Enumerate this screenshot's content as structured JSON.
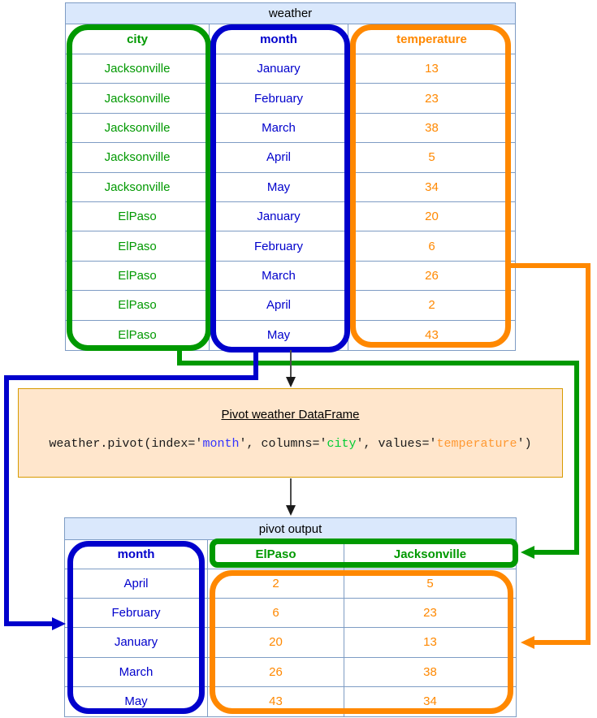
{
  "colors": {
    "green": "#009900",
    "blue": "#0000cc",
    "orange": "#ff8800",
    "table_border": "#7e9cc4",
    "header_fill": "#dae8fc",
    "code_fill": "#ffe6cc",
    "code_border": "#d79b00",
    "arrow_gray": "#4d4d4d",
    "code_blue": "#3333ff",
    "code_green": "#00cc33",
    "code_orange": "#ff9933"
  },
  "weather_table": {
    "title": "weather",
    "columns": [
      {
        "label": "city",
        "header_color": "green",
        "data_color": "green"
      },
      {
        "label": "month",
        "header_color": "blue",
        "data_color": "blue"
      },
      {
        "label": "temperature",
        "header_color": "orange",
        "data_color": "orange"
      }
    ],
    "rows": [
      [
        "Jacksonville",
        "January",
        13
      ],
      [
        "Jacksonville",
        "February",
        23
      ],
      [
        "Jacksonville",
        "March",
        38
      ],
      [
        "Jacksonville",
        "April",
        5
      ],
      [
        "Jacksonville",
        "May",
        34
      ],
      [
        "ElPaso",
        "January",
        20
      ],
      [
        "ElPaso",
        "February",
        6
      ],
      [
        "ElPaso",
        "March",
        26
      ],
      [
        "ElPaso",
        "April",
        2
      ],
      [
        "ElPaso",
        "May",
        43
      ]
    ]
  },
  "pivot_box": {
    "title": "Pivot weather DataFrame",
    "code_segments": [
      {
        "text": "weather.pivot(index='",
        "color": "default"
      },
      {
        "text": "month",
        "color": "blue"
      },
      {
        "text": "', columns='",
        "color": "default"
      },
      {
        "text": "city",
        "color": "green"
      },
      {
        "text": "', values='",
        "color": "default"
      },
      {
        "text": "temperature",
        "color": "orange"
      },
      {
        "text": "')",
        "color": "default"
      }
    ]
  },
  "output_table": {
    "title": "pivot output",
    "columns": [
      {
        "label": "month",
        "header_color": "blue",
        "data_color": "blue"
      },
      {
        "label": "ElPaso",
        "header_color": "green",
        "data_color": "orange"
      },
      {
        "label": "Jacksonville",
        "header_color": "green",
        "data_color": "orange"
      }
    ],
    "rows": [
      [
        "April",
        2,
        5
      ],
      [
        "February",
        6,
        23
      ],
      [
        "January",
        20,
        13
      ],
      [
        "March",
        26,
        38
      ],
      [
        "May",
        43,
        34
      ]
    ]
  }
}
